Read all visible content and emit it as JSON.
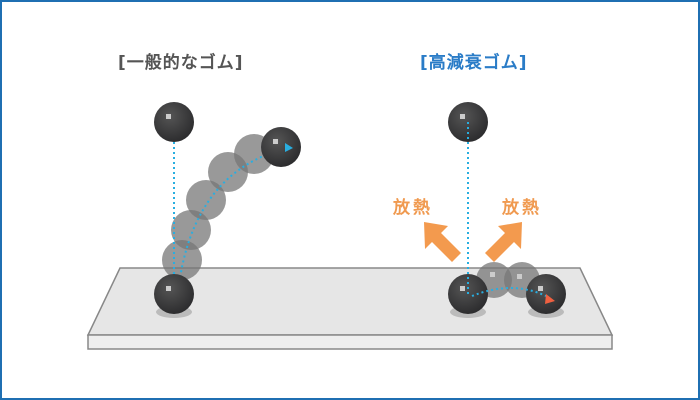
{
  "labels": {
    "normal_rubber": "[一般的なゴム]",
    "high_damping_rubber": "[高減衰ゴム]",
    "heat_release_left": "放熱",
    "heat_release_right": "放熱"
  },
  "colors": {
    "frame": "#1f6fb2",
    "normal_title": "#555555",
    "damping_title": "#2a7cc7",
    "heat": "#f09a50",
    "ball": "#3a3a3c",
    "trajectory": "#29aee0"
  }
}
